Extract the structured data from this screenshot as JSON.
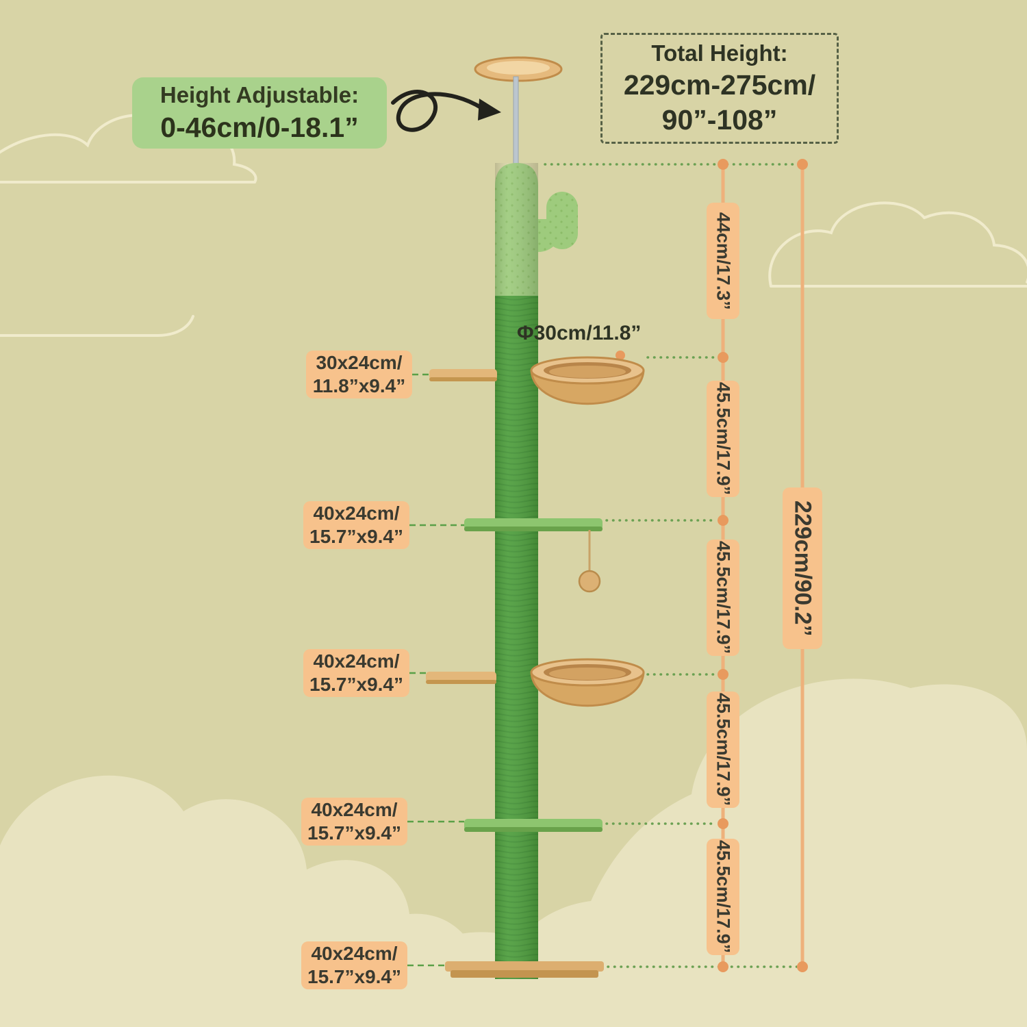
{
  "badges": {
    "height_adjustable": {
      "title": "Height Adjustable:",
      "value": "0-46cm/0-18.1”"
    },
    "total_height": {
      "title": "Total Height:",
      "line1": "229cm-275cm/",
      "line2": "90”-108”"
    }
  },
  "labels": {
    "diameter": "Φ30cm/11.8”",
    "size_labels": [
      {
        "line1": "30x24cm/",
        "line2": "11.8”x9.4”"
      },
      {
        "line1": "40x24cm/",
        "line2": "15.7”x9.4”"
      },
      {
        "line1": "40x24cm/",
        "line2": "15.7”x9.4”"
      },
      {
        "line1": "40x24cm/",
        "line2": "15.7”x9.4”"
      },
      {
        "line1": "40x24cm/",
        "line2": "15.7”x9.4”"
      }
    ],
    "segment_heights": [
      "44cm/17.3”",
      "45.5cm/17.9”",
      "45.5cm/17.9”",
      "45.5cm/17.9”",
      "45.5cm/17.9”"
    ],
    "total_side": "229cm/90.2”"
  },
  "colors": {
    "background": "#d8d4a6",
    "cloud_fill": "#e8e3c0",
    "cloud_outline": "#f0ebcc",
    "pole_green": "#4e9e3d",
    "cactus_green": "#9ecb7d",
    "wood_tan": "#e3b77a",
    "dimension_line": "#eeb17b",
    "dimension_dot": "#e89a5e",
    "label_bg": "#f7c28c",
    "badge_green_bg": "#a9d28c",
    "dashed_border": "#566146"
  }
}
